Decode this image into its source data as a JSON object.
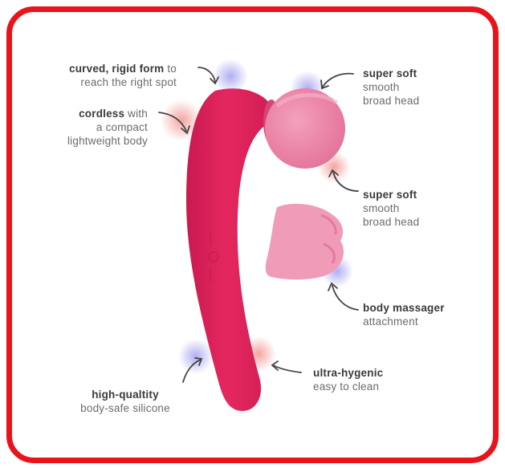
{
  "colors": {
    "frame": "#e8141b",
    "body": "#e0245e",
    "head": "#ee7fa4",
    "attachment": "#f09bb8",
    "text_bold": "#3a3a3a",
    "text_light": "#6b6b6b",
    "glow_blue": "#a7a4f0",
    "glow_red": "#f29a95"
  },
  "callouts": {
    "curved": {
      "bold": "curved, rigid form",
      "tail": " to",
      "line2": "reach the right spot"
    },
    "cordless": {
      "bold": "cordless",
      "tail": " with",
      "line2": "a compact",
      "line3": "lightweight body"
    },
    "head1": {
      "bold": "super soft",
      "line2": "smooth",
      "line3": "broad head"
    },
    "head2": {
      "bold": "super soft",
      "line2": "smooth",
      "line3": "broad head"
    },
    "massager": {
      "bold": "body massager",
      "line2": "attachment"
    },
    "hygienic": {
      "bold": "ultra-hygenic",
      "line2": "easy to clean"
    },
    "quality": {
      "bold": "high-qualtity",
      "line2": "body-safe silicone"
    }
  },
  "icons": {
    "arrow": "curved-arrow-icon",
    "device": "wand-massager-icon",
    "attachment": "massager-attachment-icon"
  }
}
